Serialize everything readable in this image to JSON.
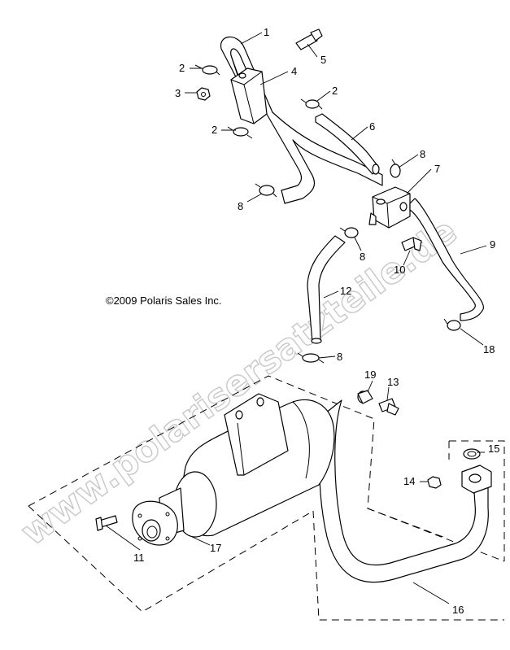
{
  "copyright": "©2009 Polaris Sales Inc.",
  "watermark": "www.polarisersatzteile.de",
  "callouts": {
    "c1": "1",
    "c2a": "2",
    "c2b": "2",
    "c2c": "2",
    "c3": "3",
    "c4": "4",
    "c5": "5",
    "c6": "6",
    "c7": "7",
    "c8a": "8",
    "c8b": "8",
    "c8c": "8",
    "c8d": "8",
    "c9": "9",
    "c10": "10",
    "c11": "11",
    "c12": "12",
    "c13": "13",
    "c14": "14",
    "c15": "15",
    "c16": "16",
    "c17": "17",
    "c18": "18",
    "c19": "19"
  }
}
